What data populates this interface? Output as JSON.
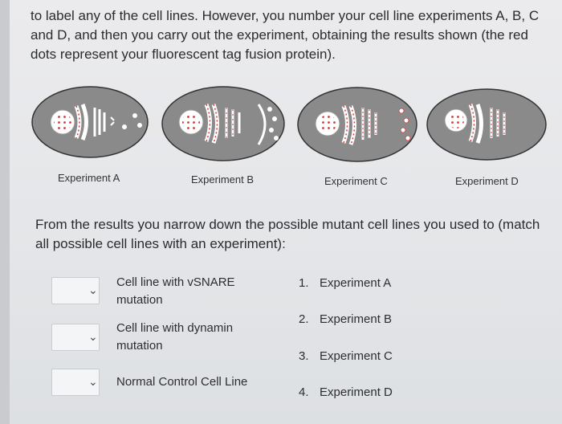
{
  "intro_text": "to label any of the cell lines. However, you number your cell line experiments A, B, C and D, and then you carry out the experiment, obtaining the results shown (the red dots represent your fluorescent tag fusion protein).",
  "experiments": [
    "Experiment A",
    "Experiment B",
    "Experiment C",
    "Experiment D"
  ],
  "question_text": "From the results you narrow down the possible mutant cell lines you used to (match all possible cell lines with an experiment):",
  "match_items": [
    {
      "label": "Cell line with vSNARE mutation",
      "selected": ""
    },
    {
      "label": "Cell line with dynamin mutation",
      "selected": ""
    },
    {
      "label": "Normal Control Cell Line",
      "selected": ""
    }
  ],
  "options": [
    {
      "num": "1.",
      "label": "Experiment A"
    },
    {
      "num": "2.",
      "label": "Experiment B"
    },
    {
      "num": "3.",
      "label": "Experiment C"
    },
    {
      "num": "4.",
      "label": "Experiment D"
    }
  ],
  "colors": {
    "cell_fill": "#8a8a8a",
    "cell_outline": "#333333",
    "fluor_dot": "#d43a3a",
    "organelle": "#ffffff"
  },
  "icons": {
    "dropdown": "chevron-down-icon"
  }
}
